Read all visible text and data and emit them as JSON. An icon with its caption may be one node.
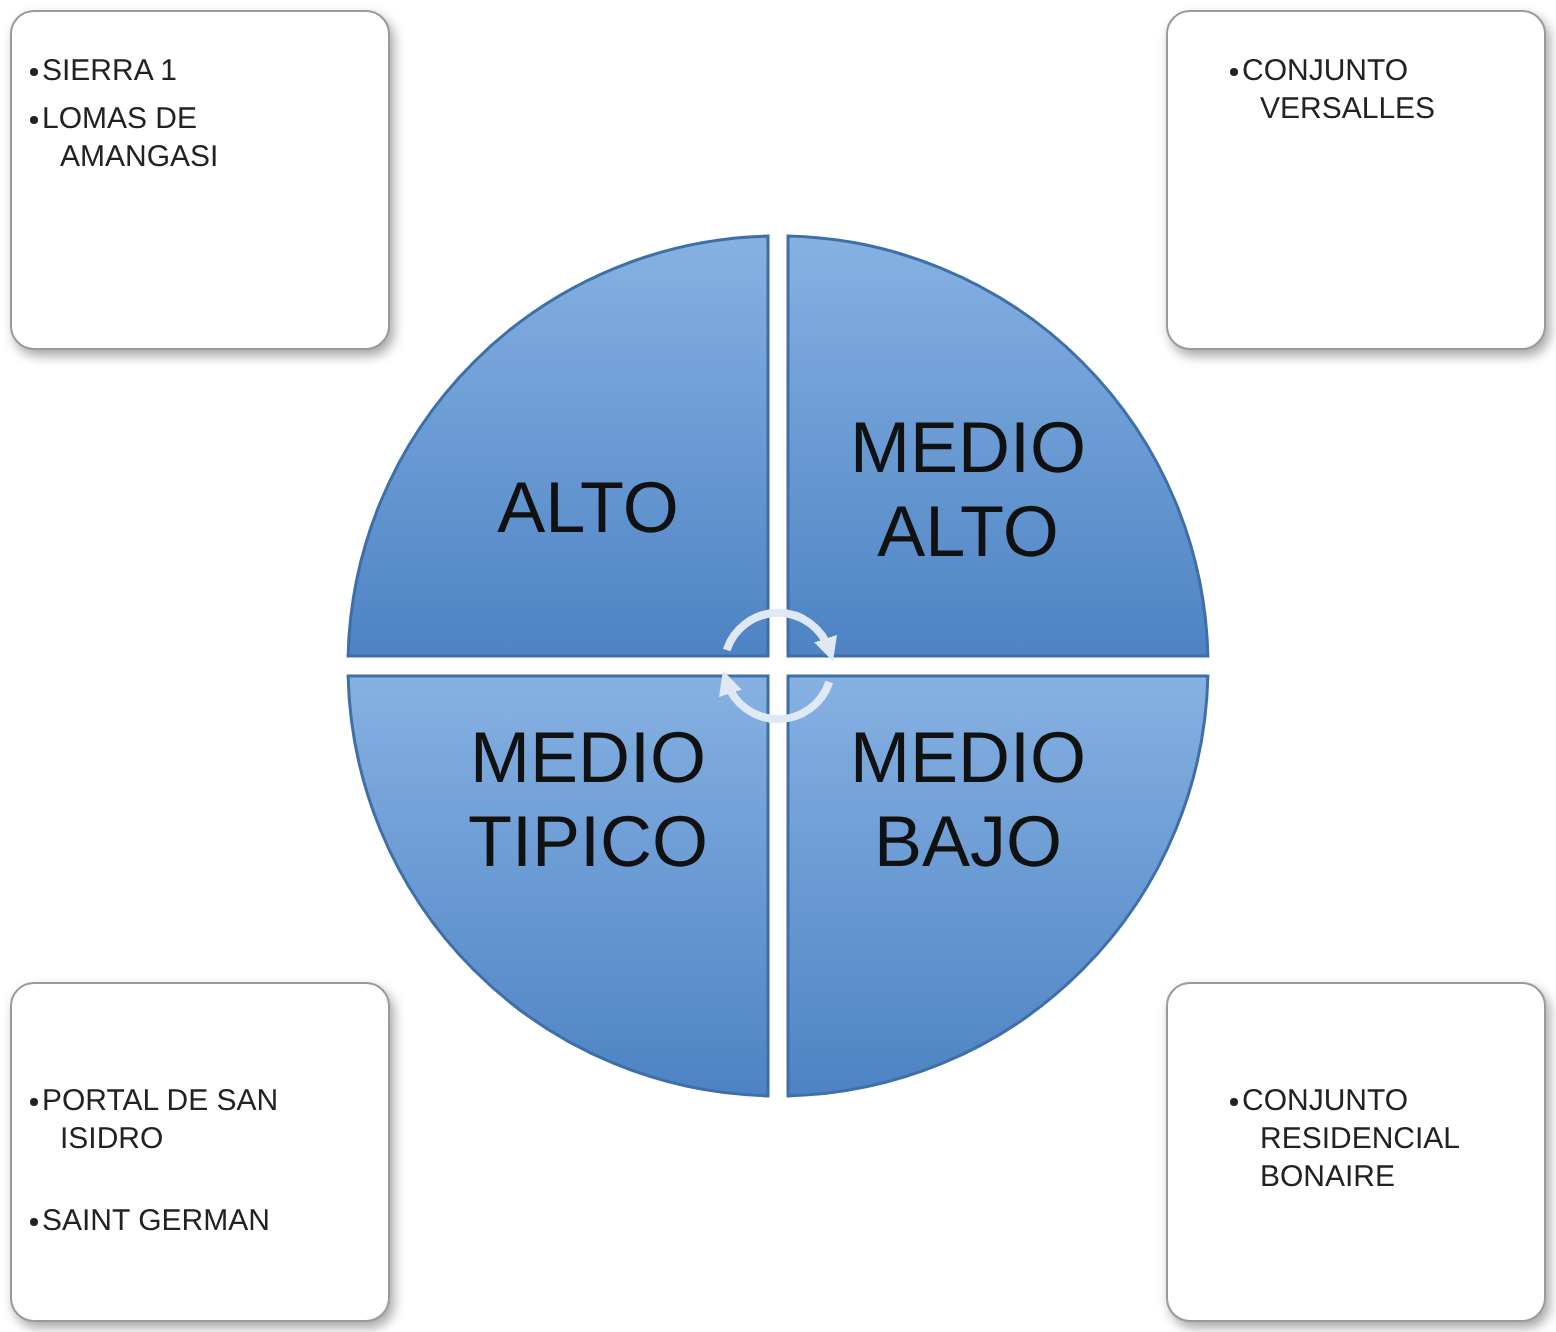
{
  "diagram": {
    "nodes": [
      {
        "text": [
          "SIERRA 1",
          "LOMAS DE AMANGASI"
        ]
      },
      {
        "text": [
          "CONJUNTO VERSALLES"
        ]
      },
      {
        "text": [
          "ALTO"
        ]
      },
      {
        "text": [
          "MEDIO ALTO"
        ]
      },
      {
        "text": [
          "MEDIO TIPICO"
        ]
      },
      {
        "text": [
          "MEDIO BAJO"
        ]
      },
      {
        "text": [
          "PORTAL DE SAN ISIDRO",
          "SAINT GERMAN"
        ]
      },
      {
        "text": [
          "CONJUNTO RESIDENCIAL BONAIRE"
        ]
      }
    ],
    "edges": [
      {
        "from": 2,
        "to": 3,
        "arrow": "to"
      },
      {
        "from": 5,
        "to": 4,
        "arrow": "to"
      }
    ]
  }
}
